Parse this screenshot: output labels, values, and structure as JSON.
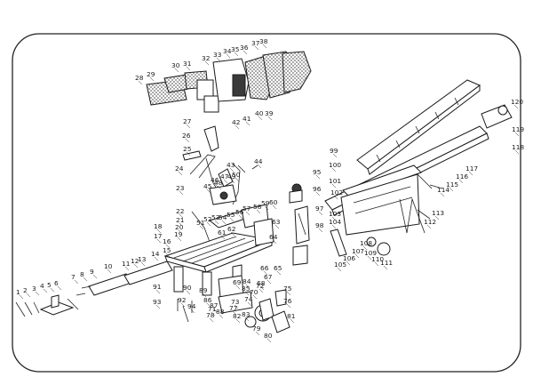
{
  "diagram": {
    "type": "exploded-parts-diagram",
    "labels": [
      "1",
      "2",
      "3",
      "4",
      "5",
      "6",
      "7",
      "8",
      "9",
      "10",
      "11",
      "12",
      "13",
      "14",
      "15",
      "16",
      "17",
      "18",
      "19",
      "20",
      "21",
      "22",
      "23",
      "24",
      "25",
      "26",
      "27",
      "28",
      "29",
      "30",
      "31",
      "32",
      "33",
      "34",
      "35",
      "36",
      "37",
      "38",
      "39",
      "40",
      "41",
      "42",
      "43",
      "44",
      "45",
      "46",
      "47",
      "48",
      "49",
      "50",
      "51",
      "52",
      "53",
      "54",
      "55",
      "56",
      "57",
      "58",
      "59",
      "60",
      "61",
      "62",
      "63",
      "64",
      "65",
      "66",
      "67",
      "68",
      "69",
      "70",
      "71",
      "72",
      "73",
      "74",
      "75",
      "76",
      "77",
      "78",
      "79",
      "80",
      "81",
      "82",
      "83",
      "84",
      "85",
      "86",
      "87",
      "88",
      "89",
      "90",
      "91",
      "92",
      "93",
      "94",
      "95",
      "96",
      "97",
      "98",
      "99",
      "100",
      "101",
      "102",
      "103",
      "104",
      "105",
      "106",
      "107",
      "108",
      "109",
      "110",
      "111",
      "112",
      "113",
      "114",
      "115",
      "116",
      "117",
      "118",
      "119",
      "120"
    ]
  }
}
